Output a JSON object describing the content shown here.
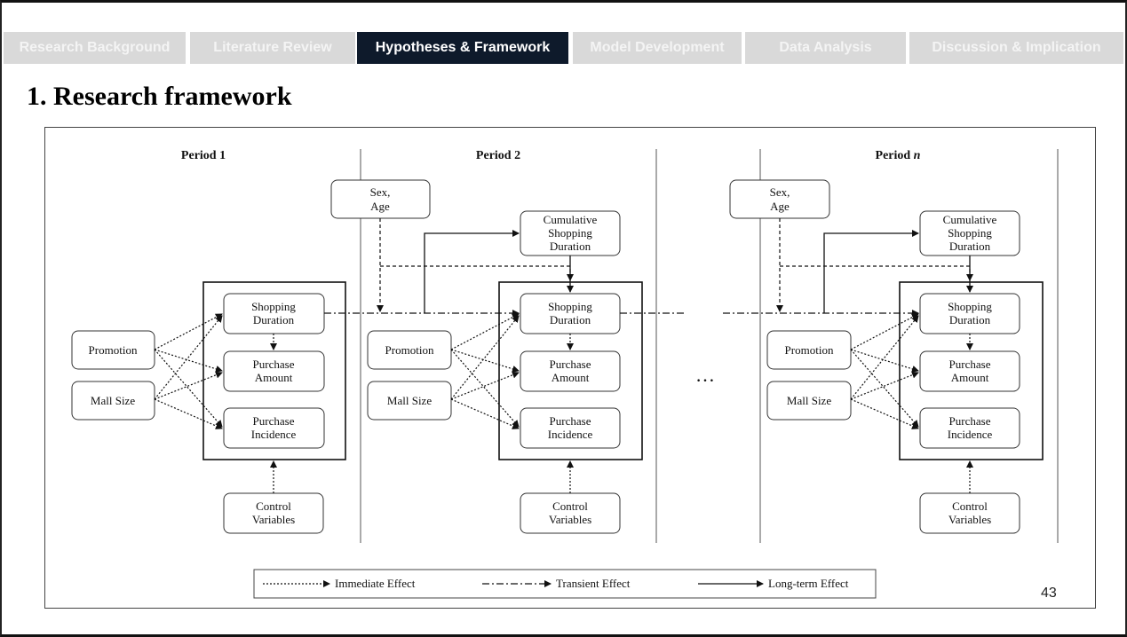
{
  "tabs": [
    {
      "label": "Research Background",
      "active": false
    },
    {
      "label": "Literature Review",
      "active": false
    },
    {
      "label": "Hypotheses & Framework",
      "active": true
    },
    {
      "label": "Model Development",
      "active": false
    },
    {
      "label": "Data Analysis",
      "active": false
    },
    {
      "label": "Discussion & Implication",
      "active": false
    }
  ],
  "slide": {
    "title": "1. Research framework",
    "page_number": "43"
  },
  "diagram": {
    "periods": [
      {
        "label_main": "Period ",
        "label_suffix": "1"
      },
      {
        "label_main": "Period ",
        "label_suffix": "2"
      },
      {
        "label_main": "Period ",
        "label_suffix": "n"
      }
    ],
    "nodes": {
      "sex_age": [
        "Sex,",
        "Age"
      ],
      "cumulative": [
        "Cumulative",
        "Shopping",
        "Duration"
      ],
      "shopping_duration": [
        "Shopping",
        "Duration"
      ],
      "purchase_amount": [
        "Purchase",
        "Amount"
      ],
      "purchase_incidence": [
        "Purchase",
        "Incidence"
      ],
      "promotion": [
        "Promotion"
      ],
      "mall_size": [
        "Mall Size"
      ],
      "control": [
        "Control",
        "Variables"
      ]
    },
    "ellipsis": "…",
    "legend": {
      "immediate": "Immediate Effect",
      "transient": "Transient Effect",
      "longterm": "Long-term Effect"
    }
  },
  "colors": {
    "active_tab_bg": "#0e1a2b",
    "inactive_tab_bg": "#d9d9d9"
  }
}
